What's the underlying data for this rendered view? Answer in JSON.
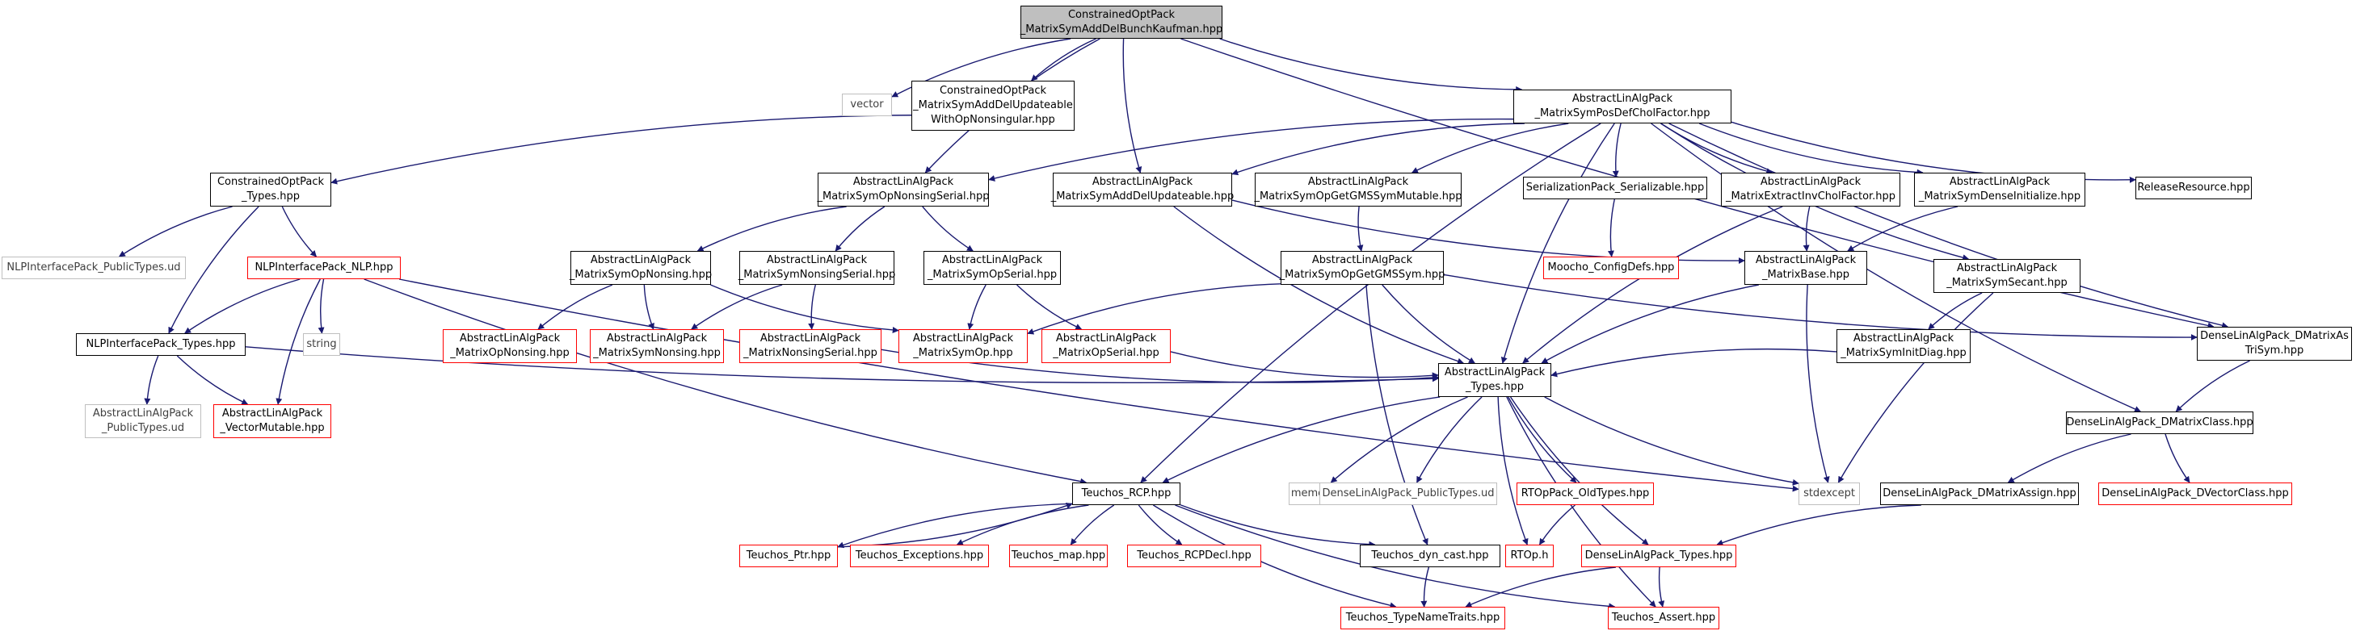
{
  "colors": {
    "edge": "#191970",
    "edge_alt": "#9a1e1e",
    "box_normal": "#000000",
    "box_missing": "#ff0000",
    "box_system": "#bfbfbf",
    "root_fill": "#bfbfbf",
    "background": "#ffffff"
  },
  "nodes": [
    {
      "id": "root",
      "label": "ConstrainedOptPack\n_MatrixSymAddDelBunchKaufman.hpp",
      "kind": "root"
    },
    {
      "id": "vector",
      "label": "vector",
      "kind": "gray"
    },
    {
      "id": "cop_updateable",
      "label": "ConstrainedOptPack\n_MatrixSymAddDelUpdateable\nWithOpNonsingular.hpp",
      "kind": "normal"
    },
    {
      "id": "ala_posdef",
      "label": "AbstractLinAlgPack\n_MatrixSymPosDefCholFactor.hpp",
      "kind": "normal"
    },
    {
      "id": "cop_types",
      "label": "ConstrainedOptPack\n_Types.hpp",
      "kind": "normal"
    },
    {
      "id": "ala_opnonsingserial",
      "label": "AbstractLinAlgPack\n_MatrixSymOpNonsingSerial.hpp",
      "kind": "normal"
    },
    {
      "id": "ala_addelupdateable",
      "label": "AbstractLinAlgPack\n_MatrixSymAddDelUpdateable.hpp",
      "kind": "normal"
    },
    {
      "id": "ala_gmssymmutable",
      "label": "AbstractLinAlgPack\n_MatrixSymOpGetGMSSymMutable.hpp",
      "kind": "normal"
    },
    {
      "id": "serial_serializable",
      "label": "SerializationPack_Serializable.hpp",
      "kind": "normal"
    },
    {
      "id": "ala_extractinvchol",
      "label": "AbstractLinAlgPack\n_MatrixExtractInvCholFactor.hpp",
      "kind": "normal"
    },
    {
      "id": "ala_densinit",
      "label": "AbstractLinAlgPack\n_MatrixSymDenseInitialize.hpp",
      "kind": "normal"
    },
    {
      "id": "release",
      "label": "ReleaseResource.hpp",
      "kind": "normal"
    },
    {
      "id": "nlp_publictypes",
      "label": "NLPInterfacePack_PublicTypes.ud",
      "kind": "gray"
    },
    {
      "id": "nlp_nlp",
      "label": "NLPInterfacePack_NLP.hpp",
      "kind": "red"
    },
    {
      "id": "ala_opnonsing",
      "label": "AbstractLinAlgPack\n_MatrixSymOpNonsing.hpp",
      "kind": "normal"
    },
    {
      "id": "ala_nonsingserial",
      "label": "AbstractLinAlgPack\n_MatrixSymNonsingSerial.hpp",
      "kind": "normal"
    },
    {
      "id": "ala_opserial",
      "label": "AbstractLinAlgPack\n_MatrixSymOpSerial.hpp",
      "kind": "normal"
    },
    {
      "id": "ala_gmssym",
      "label": "AbstractLinAlgPack\n_MatrixSymOpGetGMSSym.hpp",
      "kind": "normal"
    },
    {
      "id": "moocho_config",
      "label": "Moocho_ConfigDefs.hpp",
      "kind": "red"
    },
    {
      "id": "ala_matrixbase",
      "label": "AbstractLinAlgPack\n_MatrixBase.hpp",
      "kind": "normal"
    },
    {
      "id": "ala_symsecant",
      "label": "AbstractLinAlgPack\n_MatrixSymSecant.hpp",
      "kind": "normal"
    },
    {
      "id": "dla_dmatrixastrisym",
      "label": "DenseLinAlgPack_DMatrixAs\nTriSym.hpp",
      "kind": "normal"
    },
    {
      "id": "nlp_types",
      "label": "NLPInterfacePack_Types.hpp",
      "kind": "normal"
    },
    {
      "id": "string",
      "label": "string",
      "kind": "gray"
    },
    {
      "id": "ala_matrixopnonsing",
      "label": "AbstractLinAlgPack\n_MatrixOpNonsing.hpp",
      "kind": "red"
    },
    {
      "id": "ala_matrixsymnonsing",
      "label": "AbstractLinAlgPack\n_MatrixSymNonsing.hpp",
      "kind": "red"
    },
    {
      "id": "ala_matrixnonsingserial",
      "label": "AbstractLinAlgPack\n_MatrixNonsingSerial.hpp",
      "kind": "red"
    },
    {
      "id": "ala_matrixsymop",
      "label": "AbstractLinAlgPack\n_MatrixSymOp.hpp",
      "kind": "red"
    },
    {
      "id": "ala_matrixopserial",
      "label": "AbstractLinAlgPack\n_MatrixOpSerial.hpp",
      "kind": "red"
    },
    {
      "id": "ala_syminitdiag",
      "label": "AbstractLinAlgPack\n_MatrixSymInitDiag.hpp",
      "kind": "normal"
    },
    {
      "id": "ala_publictypes",
      "label": "AbstractLinAlgPack\n_PublicTypes.ud",
      "kind": "gray"
    },
    {
      "id": "ala_vectormutable",
      "label": "AbstractLinAlgPack\n_VectorMutable.hpp",
      "kind": "red"
    },
    {
      "id": "ala_types",
      "label": "AbstractLinAlgPack\n_Types.hpp",
      "kind": "normal"
    },
    {
      "id": "dla_dmatrixclass",
      "label": "DenseLinAlgPack_DMatrixClass.hpp",
      "kind": "normal"
    },
    {
      "id": "teuchos_rcp",
      "label": "Teuchos_RCP.hpp",
      "kind": "normal"
    },
    {
      "id": "memory",
      "label": "memory",
      "kind": "gray"
    },
    {
      "id": "dla_publictypes",
      "label": "DenseLinAlgPack_PublicTypes.ud",
      "kind": "gray"
    },
    {
      "id": "rtop_oldtypes",
      "label": "RTOpPack_OldTypes.hpp",
      "kind": "red"
    },
    {
      "id": "stdexcept",
      "label": "stdexcept",
      "kind": "gray"
    },
    {
      "id": "dla_dmatrixassign",
      "label": "DenseLinAlgPack_DMatrixAssign.hpp",
      "kind": "normal"
    },
    {
      "id": "dla_dvectorclass",
      "label": "DenseLinAlgPack_DVectorClass.hpp",
      "kind": "red"
    },
    {
      "id": "teuchos_ptr",
      "label": "Teuchos_Ptr.hpp",
      "kind": "red"
    },
    {
      "id": "teuchos_exceptions",
      "label": "Teuchos_Exceptions.hpp",
      "kind": "red"
    },
    {
      "id": "teuchos_map",
      "label": "Teuchos_map.hpp",
      "kind": "red"
    },
    {
      "id": "teuchos_rcpdecl",
      "label": "Teuchos_RCPDecl.hpp",
      "kind": "red"
    },
    {
      "id": "teuchos_dyncast",
      "label": "Teuchos_dyn_cast.hpp",
      "kind": "normal"
    },
    {
      "id": "rtop_h",
      "label": "RTOp.h",
      "kind": "red"
    },
    {
      "id": "dla_types",
      "label": "DenseLinAlgPack_Types.hpp",
      "kind": "red"
    },
    {
      "id": "teuchos_typenametraits",
      "label": "Teuchos_TypeNameTraits.hpp",
      "kind": "red"
    },
    {
      "id": "teuchos_assert",
      "label": "Teuchos_Assert.hpp",
      "kind": "red"
    }
  ],
  "edges": [
    [
      "root",
      "vector"
    ],
    [
      "root",
      "cop_updateable"
    ],
    [
      "root",
      "ala_posdef"
    ],
    [
      "root",
      "ala_opnonsingserial"
    ],
    [
      "root",
      "ala_addelupdateable"
    ],
    [
      "root",
      "dla_dmatrixastrisym"
    ],
    [
      "cop_updateable",
      "cop_types"
    ],
    [
      "ala_posdef",
      "ala_opnonsingserial"
    ],
    [
      "ala_posdef",
      "ala_addelupdateable"
    ],
    [
      "ala_posdef",
      "ala_gmssymmutable"
    ],
    [
      "ala_posdef",
      "serial_serializable"
    ],
    [
      "ala_posdef",
      "ala_extractinvchol"
    ],
    [
      "ala_posdef",
      "ala_densinit"
    ],
    [
      "ala_posdef",
      "release"
    ],
    [
      "ala_posdef",
      "ala_symsecant"
    ],
    [
      "ala_posdef",
      "dla_dmatrixastrisym"
    ],
    [
      "ala_posdef",
      "dla_dmatrixclass"
    ],
    [
      "ala_posdef",
      "ala_types"
    ],
    [
      "ala_posdef",
      "teuchos_rcp"
    ],
    [
      "cop_types",
      "nlp_publictypes"
    ],
    [
      "cop_types",
      "nlp_nlp"
    ],
    [
      "cop_types",
      "nlp_types"
    ],
    [
      "ala_opnonsingserial",
      "ala_opnonsing"
    ],
    [
      "ala_opnonsingserial",
      "ala_nonsingserial"
    ],
    [
      "ala_opnonsingserial",
      "ala_opserial"
    ],
    [
      "ala_addelupdateable",
      "ala_matrixbase"
    ],
    [
      "ala_addelupdateable",
      "ala_types"
    ],
    [
      "ala_gmssymmutable",
      "ala_gmssym"
    ],
    [
      "serial_serializable",
      "moocho_config"
    ],
    [
      "ala_extractinvchol",
      "ala_matrixbase"
    ],
    [
      "ala_extractinvchol",
      "ala_types"
    ],
    [
      "ala_densinit",
      "ala_matrixbase"
    ],
    [
      "nlp_nlp",
      "nlp_types"
    ],
    [
      "nlp_nlp",
      "string"
    ],
    [
      "nlp_nlp",
      "ala_vectormutable"
    ],
    [
      "nlp_nlp",
      "teuchos_rcp"
    ],
    [
      "nlp_nlp",
      "stdexcept"
    ],
    [
      "ala_opnonsing",
      "ala_matrixopnonsing"
    ],
    [
      "ala_opnonsing",
      "ala_matrixsymnonsing"
    ],
    [
      "ala_opnonsing",
      "ala_matrixsymop"
    ],
    [
      "ala_nonsingserial",
      "ala_matrixsymnonsing"
    ],
    [
      "ala_nonsingserial",
      "ala_matrixnonsingserial"
    ],
    [
      "ala_opserial",
      "ala_matrixsymop"
    ],
    [
      "ala_opserial",
      "ala_matrixopserial"
    ],
    [
      "ala_gmssym",
      "ala_matrixsymop"
    ],
    [
      "ala_gmssym",
      "ala_types"
    ],
    [
      "ala_gmssym",
      "teuchos_dyncast"
    ],
    [
      "ala_gmssym",
      "dla_dmatrixastrisym"
    ],
    [
      "ala_matrixbase",
      "ala_types"
    ],
    [
      "ala_matrixbase",
      "stdexcept"
    ],
    [
      "ala_symsecant",
      "ala_syminitdiag"
    ],
    [
      "ala_symsecant",
      "stdexcept"
    ],
    [
      "dla_dmatrixastrisym",
      "dla_dmatrixclass"
    ],
    [
      "nlp_types",
      "ala_publictypes"
    ],
    [
      "nlp_types",
      "ala_vectormutable"
    ],
    [
      "nlp_types",
      "ala_types"
    ],
    [
      "ala_matrixnonsingserial",
      "ala_types"
    ],
    [
      "ala_matrixopserial",
      "ala_types"
    ],
    [
      "ala_syminitdiag",
      "ala_types"
    ],
    [
      "ala_types",
      "teuchos_rcp"
    ],
    [
      "ala_types",
      "memory"
    ],
    [
      "ala_types",
      "dla_publictypes"
    ],
    [
      "ala_types",
      "rtop_oldtypes"
    ],
    [
      "ala_types",
      "stdexcept"
    ],
    [
      "ala_types",
      "rtop_h"
    ],
    [
      "ala_types",
      "dla_types"
    ],
    [
      "ala_types",
      "teuchos_assert"
    ],
    [
      "dla_dmatrixclass",
      "dla_dmatrixassign"
    ],
    [
      "dla_dmatrixclass",
      "dla_dvectorclass"
    ],
    [
      "dla_dmatrixassign",
      "dla_types"
    ],
    [
      "teuchos_rcp",
      "teuchos_ptr"
    ],
    [
      "teuchos_rcp",
      "teuchos_exceptions"
    ],
    [
      "teuchos_rcp",
      "teuchos_map"
    ],
    [
      "teuchos_rcp",
      "teuchos_rcpdecl"
    ],
    [
      "teuchos_rcp",
      "teuchos_dyncast"
    ],
    [
      "teuchos_rcp",
      "teuchos_typenametraits"
    ],
    [
      "teuchos_rcp",
      "teuchos_assert"
    ],
    [
      "teuchos_ptr",
      "teuchos_rcp"
    ],
    [
      "teuchos_dyncast",
      "teuchos_typenametraits"
    ],
    [
      "rtop_oldtypes",
      "rtop_h"
    ],
    [
      "dla_types",
      "teuchos_typenametraits"
    ],
    [
      "dla_types",
      "teuchos_assert"
    ]
  ]
}
